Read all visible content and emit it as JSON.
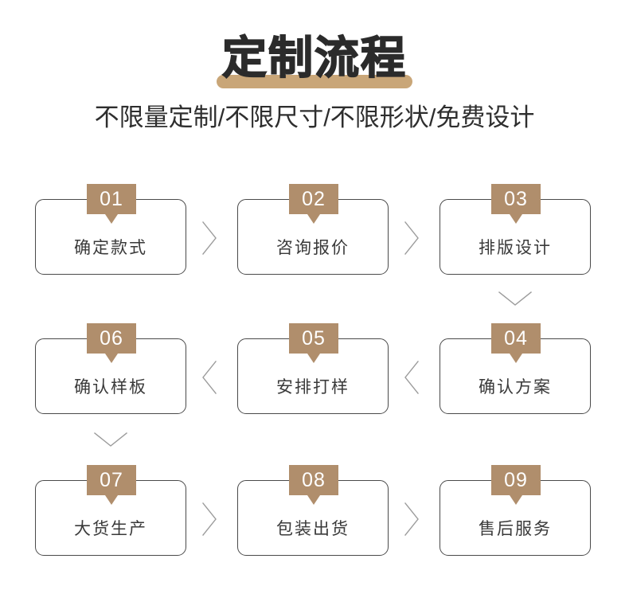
{
  "header": {
    "title": "定制流程",
    "subtitle": "不限量定制/不限尺寸/不限形状/免费设计",
    "underline_color": "#c9a678",
    "title_color": "#2b2b2b"
  },
  "theme": {
    "tab_color": "#b08e6c",
    "card_border_color": "#4a4a4a",
    "connector_color": "#9b9b9b",
    "background": "#ffffff"
  },
  "flow": {
    "steps": [
      {
        "number": "01",
        "label": "确定款式"
      },
      {
        "number": "02",
        "label": "咨询报价"
      },
      {
        "number": "03",
        "label": "排版设计"
      },
      {
        "number": "04",
        "label": "确认方案"
      },
      {
        "number": "05",
        "label": "安排打样"
      },
      {
        "number": "06",
        "label": "确认样板"
      },
      {
        "number": "07",
        "label": "大货生产"
      },
      {
        "number": "08",
        "label": "包装出货"
      },
      {
        "number": "09",
        "label": "售后服务"
      }
    ],
    "connectors": [
      {
        "from": "01",
        "to": "02",
        "direction": "right"
      },
      {
        "from": "02",
        "to": "03",
        "direction": "right"
      },
      {
        "from": "03",
        "to": "04",
        "direction": "down"
      },
      {
        "from": "04",
        "to": "05",
        "direction": "left"
      },
      {
        "from": "05",
        "to": "06",
        "direction": "left"
      },
      {
        "from": "06",
        "to": "07",
        "direction": "down"
      },
      {
        "from": "07",
        "to": "08",
        "direction": "right"
      },
      {
        "from": "08",
        "to": "09",
        "direction": "right"
      }
    ]
  }
}
